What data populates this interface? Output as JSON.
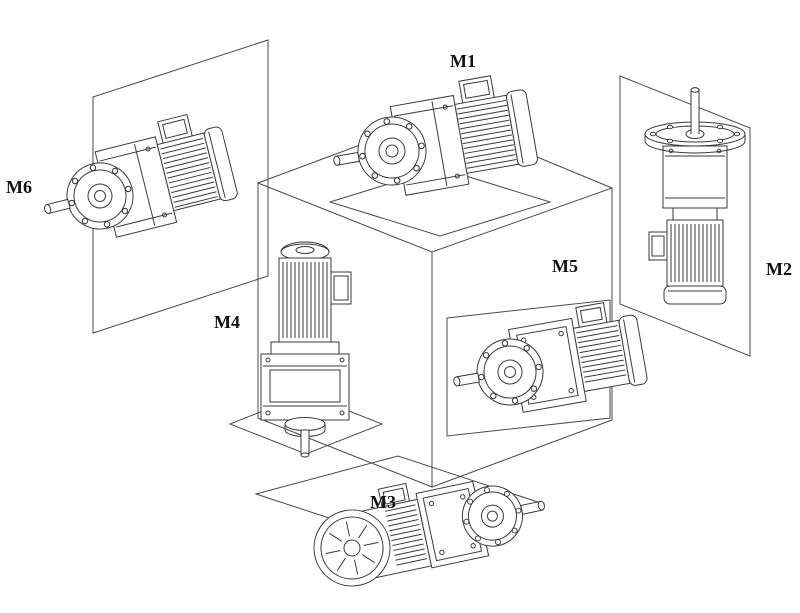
{
  "diagram": {
    "background_color": "#ffffff",
    "line_color": "#3a3a3a",
    "labels": {
      "m1": "M1",
      "m2": "M2",
      "m3": "M3",
      "m4": "M4",
      "m5": "M5",
      "m6": "M6"
    }
  }
}
